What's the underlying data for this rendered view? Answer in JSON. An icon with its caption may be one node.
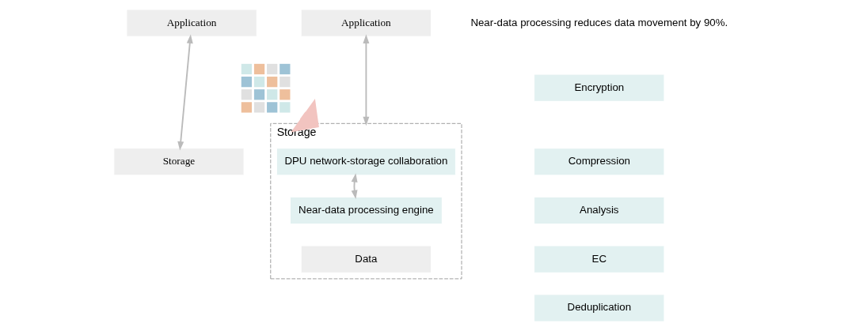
{
  "diagram": {
    "nodes": [
      {
        "text": [
          "Application"
        ]
      },
      {
        "text": [
          "Storage"
        ]
      },
      {
        "text": [],
        "shape": "grid"
      },
      {
        "text": [
          "Application"
        ]
      },
      {
        "text": [
          "Storage"
        ]
      },
      {
        "text": [
          "DPU network-storage collaboration"
        ],
        "in": 4
      },
      {
        "text": [
          "Near-data processing engine"
        ],
        "in": 4
      },
      {
        "text": [
          "Data"
        ],
        "in": 4
      },
      {
        "text": [
          "Encryption"
        ]
      },
      {
        "text": [
          "Compression"
        ]
      },
      {
        "text": [
          "Analysis"
        ]
      },
      {
        "text": [
          "EC"
        ]
      },
      {
        "text": [
          "Deduplication"
        ]
      }
    ],
    "edges": [
      {
        "from": 0,
        "to": 1,
        "arrow": "both"
      },
      {
        "from": 2,
        "to": 4,
        "arrow": "to",
        "style": "thick",
        "color": "#f2c4c0"
      },
      {
        "from": 3,
        "to": 4,
        "arrow": "both"
      },
      {
        "from": 5,
        "to": 6,
        "arrow": "both"
      }
    ],
    "labels": [
      "Near-data processing reduces data movement by 90%."
    ]
  }
}
